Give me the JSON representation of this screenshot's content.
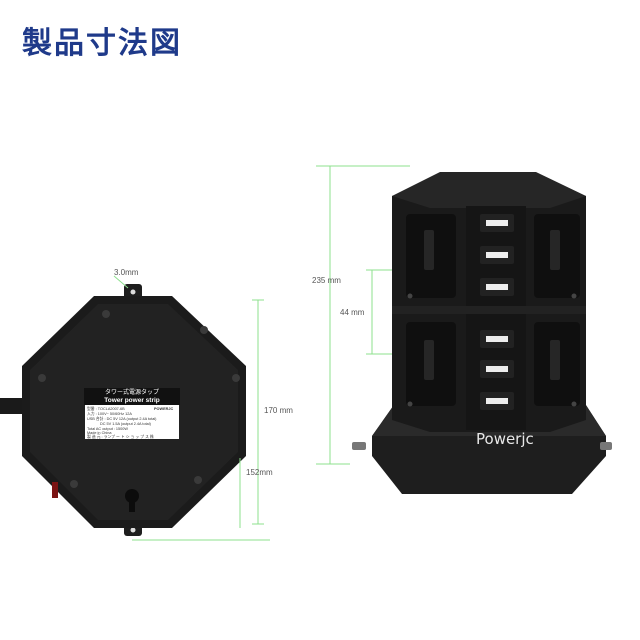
{
  "title": "製品寸法図",
  "dimensions": {
    "hole": "3.0mm",
    "height_bottom": "170 mm",
    "width_bottom": "152mm",
    "height_tower": "235 mm",
    "outlet_spacing": "44 mm"
  },
  "sticker": {
    "title": "タワー式電源タップ",
    "subtitle": "Tower power strip",
    "lines": [
      "型番 : TOCLA2007-6B",
      "入力 : 100V~ 50/60Hz 12A",
      "USB 合計 : DC 5V 12A (output 2.4A total)",
      "DC 5V 1.5A (output 2.4A total)",
      "Total AC output : 1500W",
      "Made in China",
      "製 造 元 : ランプ ー ト シ ョ ッ プ ス 株"
    ],
    "brand_mark": "POWERJC"
  },
  "brand": "Powerjc",
  "colors": {
    "title": "#1f3a8a",
    "dimension_line": "#8ee08e",
    "body": "#1a1a1a"
  }
}
